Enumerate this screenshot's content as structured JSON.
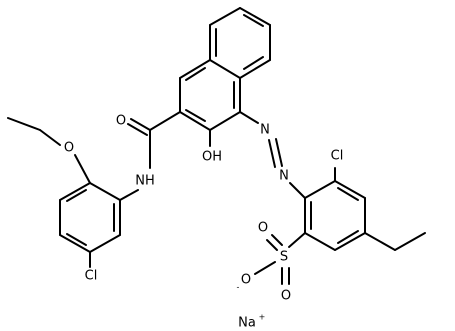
{
  "labels": {
    "o_amide": "O",
    "nh": "NH",
    "oh": "OH",
    "o_ether": "O",
    "cl_anilide": "Cl",
    "cl_ring": "Cl",
    "n1": "N",
    "n2": "N",
    "s": "S",
    "o_s_top": "O",
    "o_s_bottom": "O",
    "o_minus": "O",
    "o_minus_charge": "-",
    "na": "Na",
    "na_charge": "+"
  }
}
